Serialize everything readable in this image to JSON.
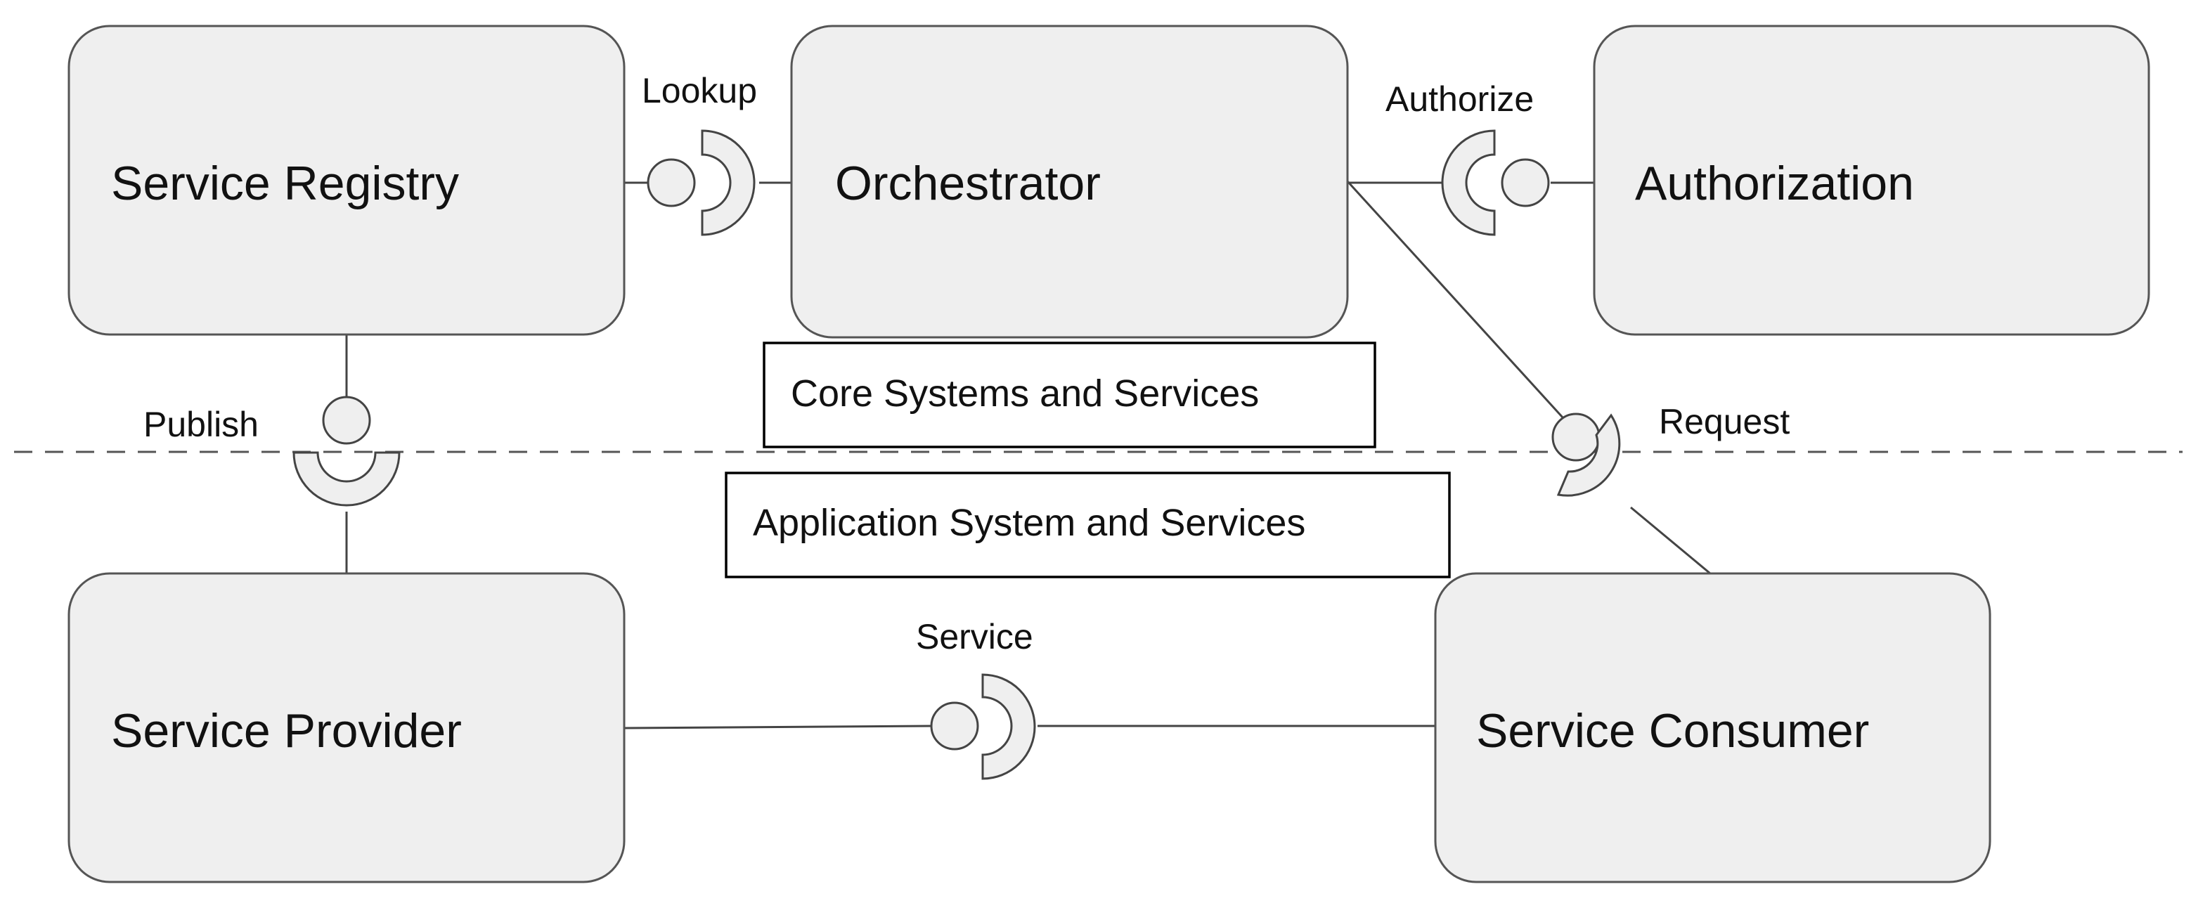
{
  "components": {
    "service_registry": "Service Registry",
    "orchestrator": "Orchestrator",
    "authorization": "Authorization",
    "service_provider": "Service Provider",
    "service_consumer": "Service Consumer"
  },
  "interfaces": {
    "lookup": "Lookup",
    "authorize": "Authorize",
    "publish": "Publish",
    "request": "Request",
    "service": "Service"
  },
  "zones": {
    "core": "Core Systems and Services",
    "application": "Application System and Services"
  },
  "colors": {
    "component_fill": "#efefef",
    "component_stroke": "#555555",
    "line": "#444444",
    "text": "#111111"
  }
}
